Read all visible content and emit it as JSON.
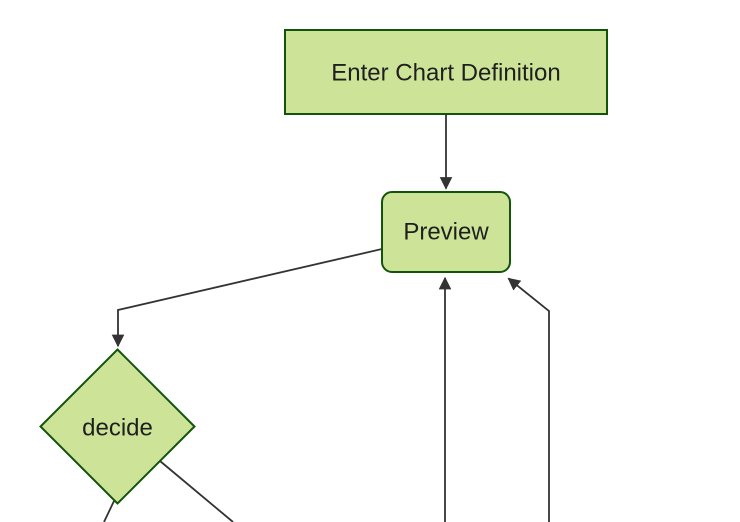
{
  "diagram": {
    "type": "flowchart-top-down",
    "colors": {
      "background": "#ffffff",
      "node_fill": "#cde498",
      "node_border": "#13540c",
      "edge": "#333333",
      "label_text": "#1f1f1f"
    },
    "nodes": [
      {
        "id": "enter-chart-definition",
        "shape": "rectangle",
        "label": "Enter Chart Definition"
      },
      {
        "id": "preview",
        "shape": "rounded-rectangle",
        "label": "Preview"
      },
      {
        "id": "decide",
        "shape": "diamond",
        "label": "decide"
      }
    ],
    "edges": [
      {
        "from": "enter-chart-definition",
        "to": "preview",
        "arrow": "true"
      },
      {
        "from": "preview",
        "to": "decide",
        "arrow": "true"
      },
      {
        "from": "offscreen-bottom-center",
        "to": "preview",
        "arrow": "true"
      },
      {
        "from": "offscreen-bottom-right",
        "to": "preview",
        "arrow": "true"
      },
      {
        "from": "decide",
        "to": "offscreen-bottom-left",
        "arrow": "cut-off"
      },
      {
        "from": "decide",
        "to": "offscreen-bottom-middle",
        "arrow": "cut-off"
      }
    ]
  }
}
